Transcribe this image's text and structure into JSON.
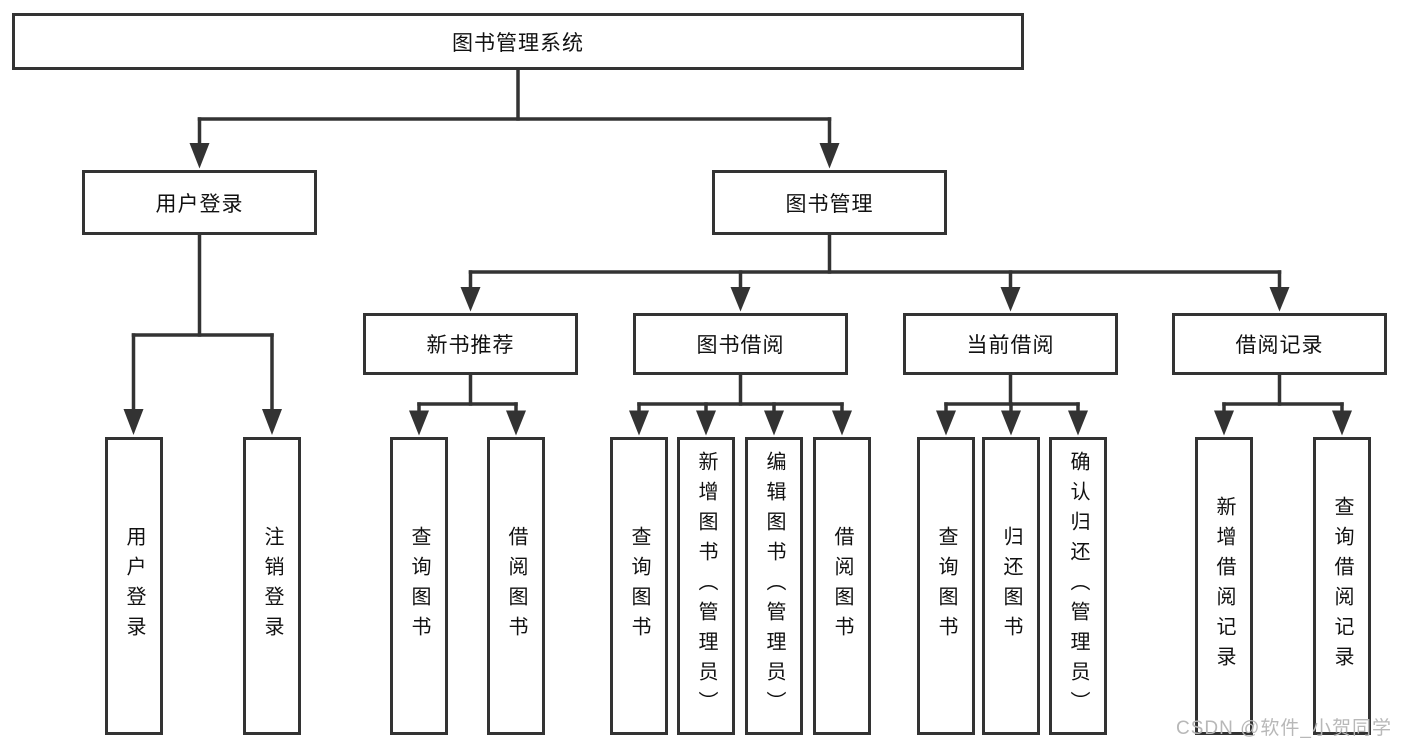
{
  "nodes": {
    "root": "图书管理系统",
    "user_login": "用户登录",
    "book_mgmt": "图书管理",
    "new_book_rec": "新书推荐",
    "book_borrow": "图书借阅",
    "current_borrow": "当前借阅",
    "borrow_records": "借阅记录",
    "login": "用户登录",
    "logout": "注销登录",
    "nbr_query": "查询图书",
    "nbr_borrow": "借阅图书",
    "bb_query": "查询图书",
    "bb_add": "新增图书（管理员）",
    "bb_edit": "编辑图书（管理员）",
    "bb_borrow": "借阅图书",
    "cb_query": "查询图书",
    "cb_return": "归还图书",
    "cb_confirm": "确认归还（管理员）",
    "br_add": "新增借阅记录",
    "br_query": "查询借阅记录"
  },
  "tree": {
    "label": "图书管理系统",
    "children": [
      {
        "label": "用户登录",
        "children": [
          {
            "label": "用户登录"
          },
          {
            "label": "注销登录"
          }
        ]
      },
      {
        "label": "图书管理",
        "children": [
          {
            "label": "新书推荐",
            "children": [
              {
                "label": "查询图书"
              },
              {
                "label": "借阅图书"
              }
            ]
          },
          {
            "label": "图书借阅",
            "children": [
              {
                "label": "查询图书"
              },
              {
                "label": "新增图书（管理员）"
              },
              {
                "label": "编辑图书（管理员）"
              },
              {
                "label": "借阅图书"
              }
            ]
          },
          {
            "label": "当前借阅",
            "children": [
              {
                "label": "查询图书"
              },
              {
                "label": "归还图书"
              },
              {
                "label": "确认归还（管理员）"
              }
            ]
          },
          {
            "label": "借阅记录",
            "children": [
              {
                "label": "新增借阅记录"
              },
              {
                "label": "查询借阅记录"
              }
            ]
          }
        ]
      }
    ]
  },
  "watermark": "CSDN @软件_小贺同学",
  "colors": {
    "line": "#333333",
    "text": "#111111",
    "box_fill": "#ffffff",
    "background": "#ffffff",
    "watermark": "#b8b8b8"
  }
}
